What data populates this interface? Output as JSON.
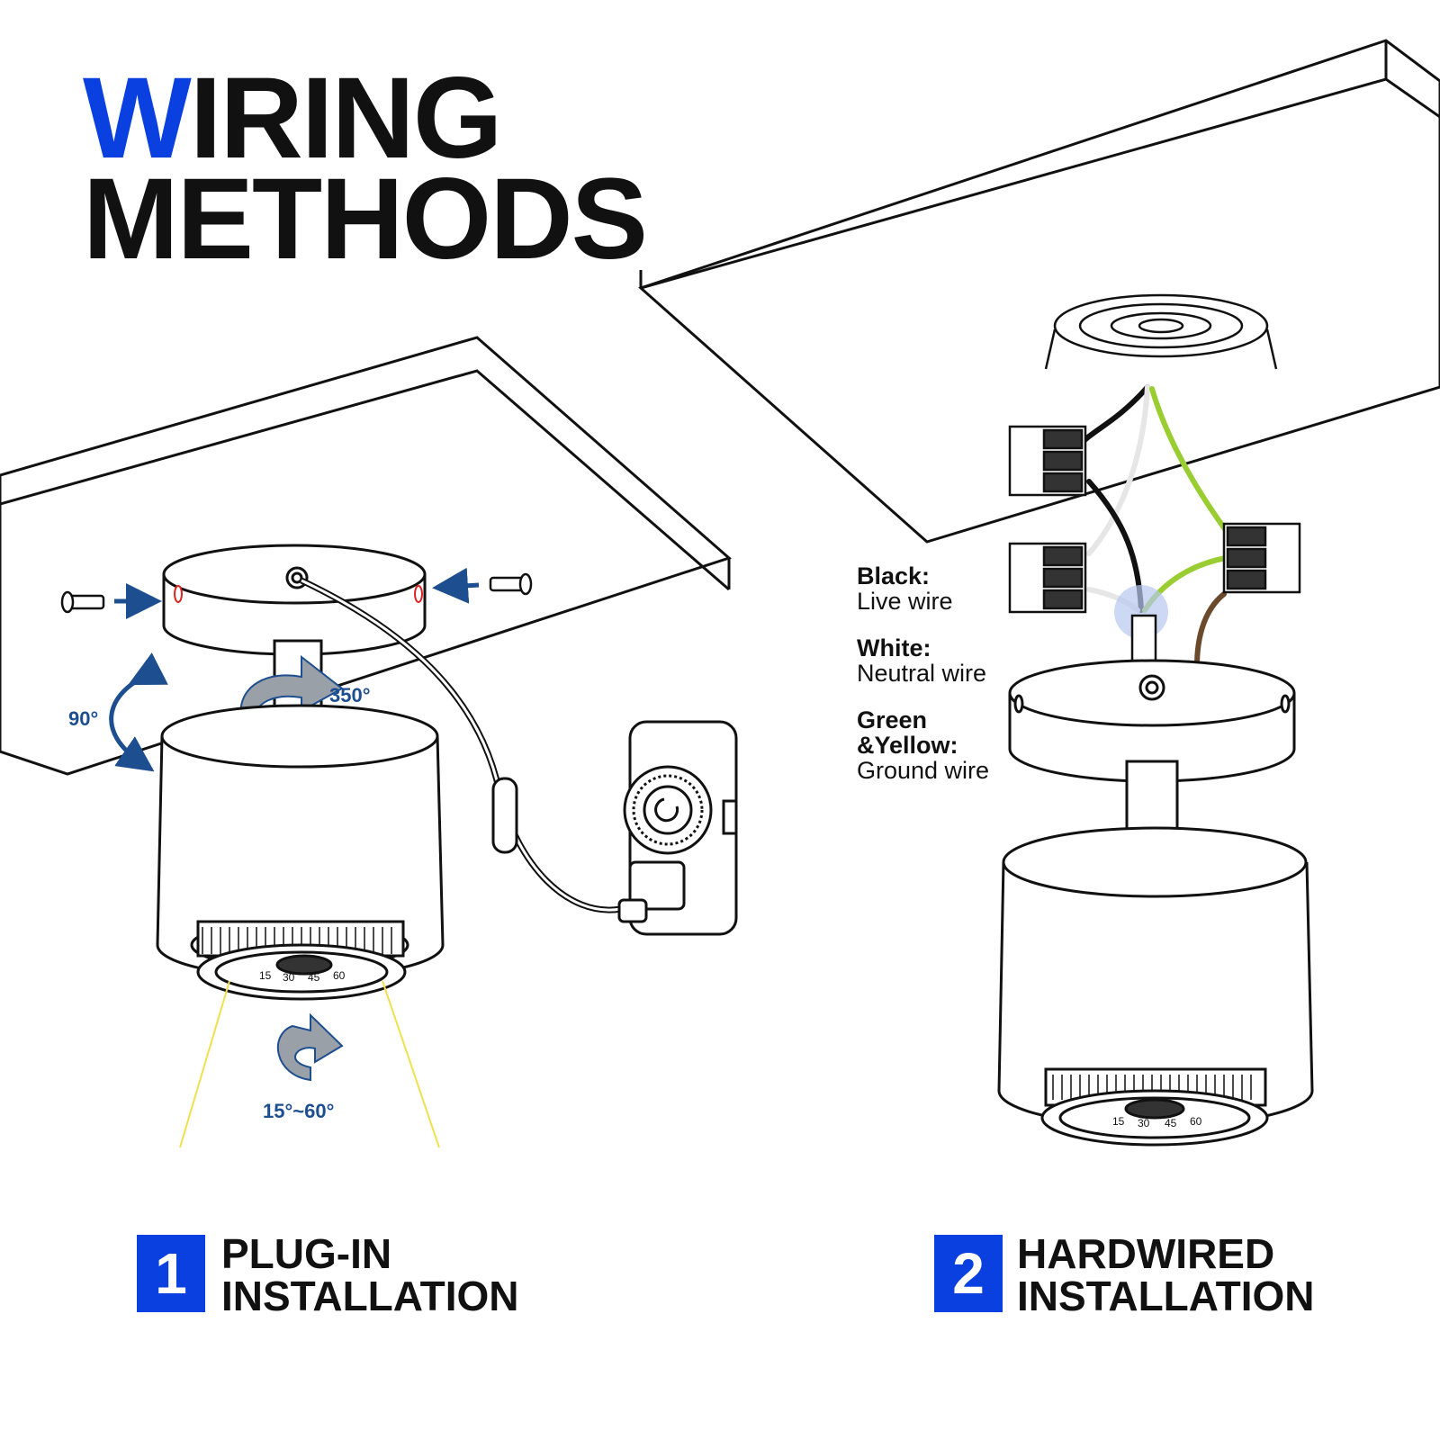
{
  "title": {
    "highlight_letter": "W",
    "line1_rest": "IRING",
    "line2": "METHODS"
  },
  "plug_in": {
    "angles": {
      "tilt": "90°",
      "rotate": "350°",
      "beam": "15°~60°"
    },
    "dial_marks": [
      "60",
      "45",
      "30",
      "15"
    ],
    "step_number": "1",
    "caption_line1": "PLUG-IN",
    "caption_line2": "INSTALLATION"
  },
  "hardwired": {
    "legend": [
      {
        "key": "Black:",
        "value": "Live wire"
      },
      {
        "key": "White:",
        "value": "Neutral wire"
      },
      {
        "key": "Green &Yellow:",
        "value": "Ground wire"
      }
    ],
    "dial_marks": [
      "60",
      "45",
      "30",
      "15"
    ],
    "step_number": "2",
    "caption_line1": "HARDWIRED",
    "caption_line2": "INSTALLATION"
  },
  "colors": {
    "accent_blue": "#0a3fe0",
    "angle_blue": "#1d4e8f",
    "live_wire": "#111111",
    "neutral_wire": "#e6e6e6",
    "ground_wire": "#9acd32",
    "brown_wire": "#6b4a2b",
    "beam_yellow": "#f0e050"
  },
  "icons": [
    "screw-icon",
    "arrow-icon",
    "rotation-arrow-icon",
    "timer-plug-icon",
    "wire-connector-icon",
    "mounting-bracket-icon"
  ]
}
